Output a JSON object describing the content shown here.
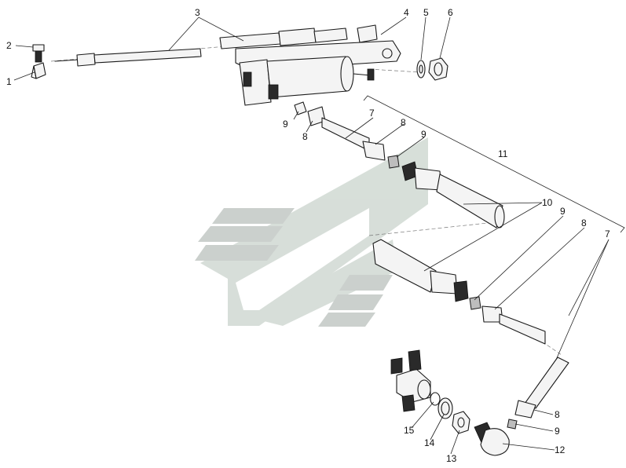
{
  "diagram": {
    "callouts": {
      "c1": "1",
      "c2": "2",
      "c3": "3",
      "c4": "4",
      "c5": "5",
      "c6": "6",
      "c7a": "7",
      "c7b": "7",
      "c8a": "8",
      "c8b": "8",
      "c8c": "8",
      "c8d": "8",
      "c9a": "9",
      "c9b": "9",
      "c9c": "9",
      "c9d": "9",
      "c10": "10",
      "c11": "11",
      "c12": "12",
      "c13": "13",
      "c14": "14",
      "c15": "15"
    },
    "colors": {
      "watermark_gray": "#c9cfcb",
      "watermark_green": "#d6ddd8",
      "line": "#1a1a1a"
    }
  }
}
